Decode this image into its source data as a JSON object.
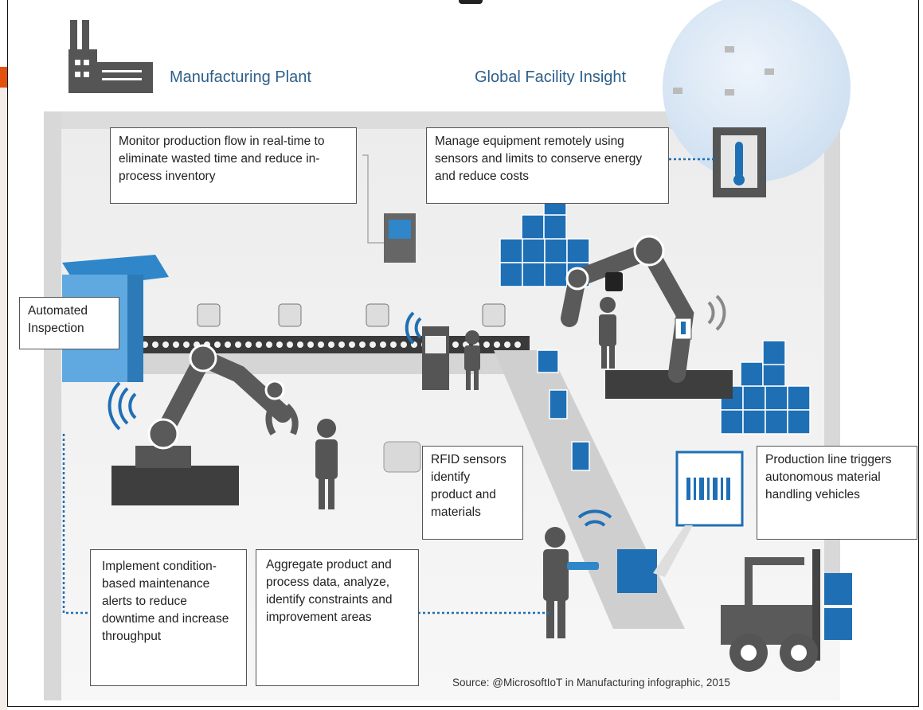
{
  "header": {
    "plant_label": "Manufacturing Plant",
    "facility_label": "Global  Facility Insight"
  },
  "callouts": {
    "monitor": "Monitor production flow in real-time to eliminate wasted time and reduce in-process inventory",
    "manage": "Manage equipment remotely using sensors and limits to conserve energy and reduce costs",
    "inspection": "Automated Inspection",
    "rfid": "RFID sensors identify product and materials",
    "production_line": "Production line triggers autonomous material handling vehicles",
    "maintenance": "Implement condition-based maintenance alerts to reduce downtime and increase throughput",
    "aggregate": "Aggregate product  and process data, analyze, identify constraints and improvement areas"
  },
  "source": "Source: @MicrosoftIoT in Manufacturing infographic, 2015",
  "icons": [
    "factory-icon",
    "globe-icon",
    "thermometer-icon",
    "monitor-icon",
    "barcode-icon",
    "forklift-icon",
    "robot-arm-icon",
    "worker-icon",
    "wifi-icon"
  ],
  "colors": {
    "accent_blue": "#1f6fb5",
    "dark_gray": "#5a5a5a",
    "header_text": "#2d5f8a",
    "orange_tab": "#e4500e"
  }
}
